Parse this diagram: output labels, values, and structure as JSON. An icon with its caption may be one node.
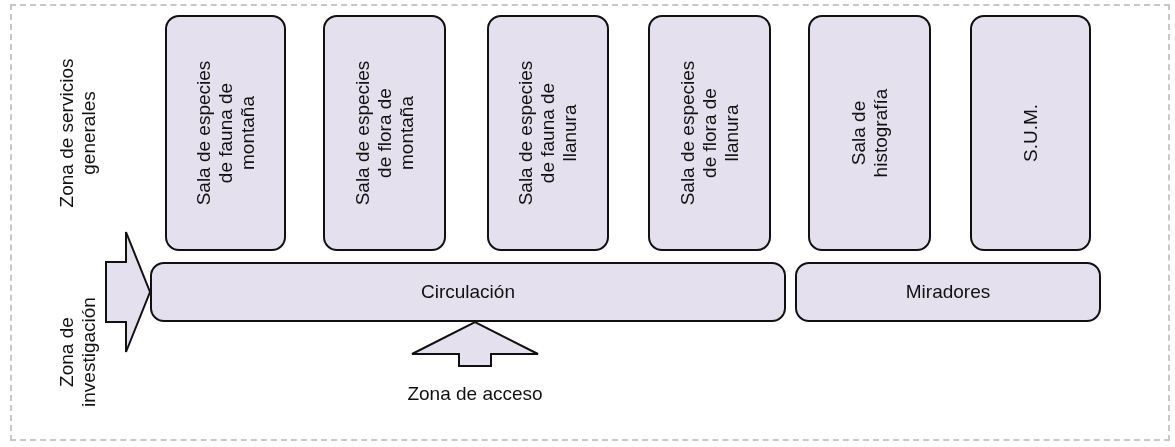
{
  "diagram": {
    "nodes": [
      {
        "text": [
          "Sala de especies de fauna de montaña"
        ]
      },
      {
        "text": [
          "Sala de especies de flora de montaña"
        ]
      },
      {
        "text": [
          "Sala de especies de fauna de llanura"
        ]
      },
      {
        "text": [
          "Sala de especies de flora de llanura"
        ]
      },
      {
        "text": [
          "Sala de histografía"
        ]
      },
      {
        "text": [
          "S.U.M."
        ]
      },
      {
        "text": [
          "Circulación"
        ]
      },
      {
        "text": [
          "Miradores"
        ]
      },
      {
        "text": [
          "Zona de acceso"
        ]
      }
    ],
    "edges": [
      {
        "from": null,
        "to": 6,
        "arrow": "to"
      },
      {
        "from": 8,
        "to": 6,
        "arrow": "to"
      }
    ],
    "labels": [
      "Zona de servicios generales",
      "Zona de investigación"
    ]
  }
}
